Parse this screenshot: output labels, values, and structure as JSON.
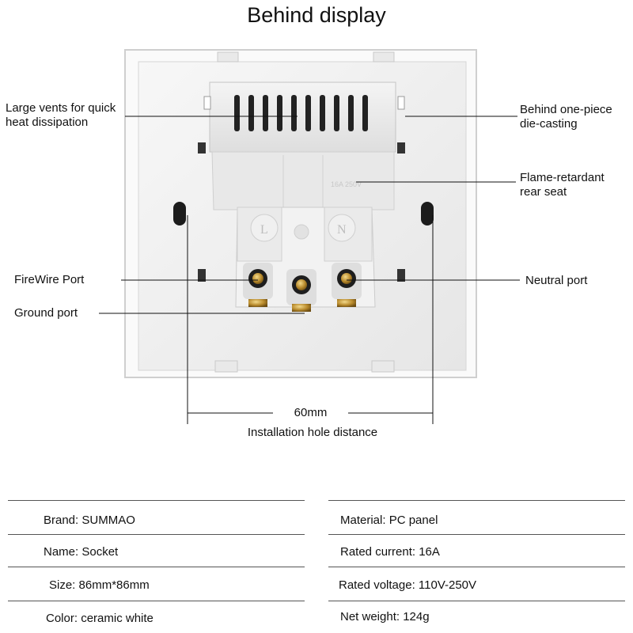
{
  "title": "Behind display",
  "callouts": {
    "vents": [
      "Large vents for quick",
      "heat dissipation"
    ],
    "die_casting": [
      "Behind one-piece",
      "die-casting"
    ],
    "flame": [
      "Flame-retardant",
      "rear seat"
    ],
    "firewire": "FireWire Port",
    "neutral": "Neutral port",
    "ground": "Ground port"
  },
  "dimension": {
    "value": "60mm",
    "caption": "Installation hole distance"
  },
  "socket_marks": {
    "live": "L",
    "neutral": "N",
    "rating": "16A 250V"
  },
  "specs": {
    "left": [
      {
        "label": "Brand:",
        "value": "SUMMAO"
      },
      {
        "label": "Name:",
        "value": "Socket"
      },
      {
        "label": "Size:",
        "value": "86mm*86mm"
      },
      {
        "label": "Color:",
        "value": "ceramic white"
      }
    ],
    "right": [
      {
        "label": "Material:",
        "value": "PC panel"
      },
      {
        "label": "Rated current:",
        "value": "16A"
      },
      {
        "label": "Rated voltage:",
        "value": "110V-250V"
      },
      {
        "label": "Net weight:",
        "value": "124g"
      }
    ]
  }
}
